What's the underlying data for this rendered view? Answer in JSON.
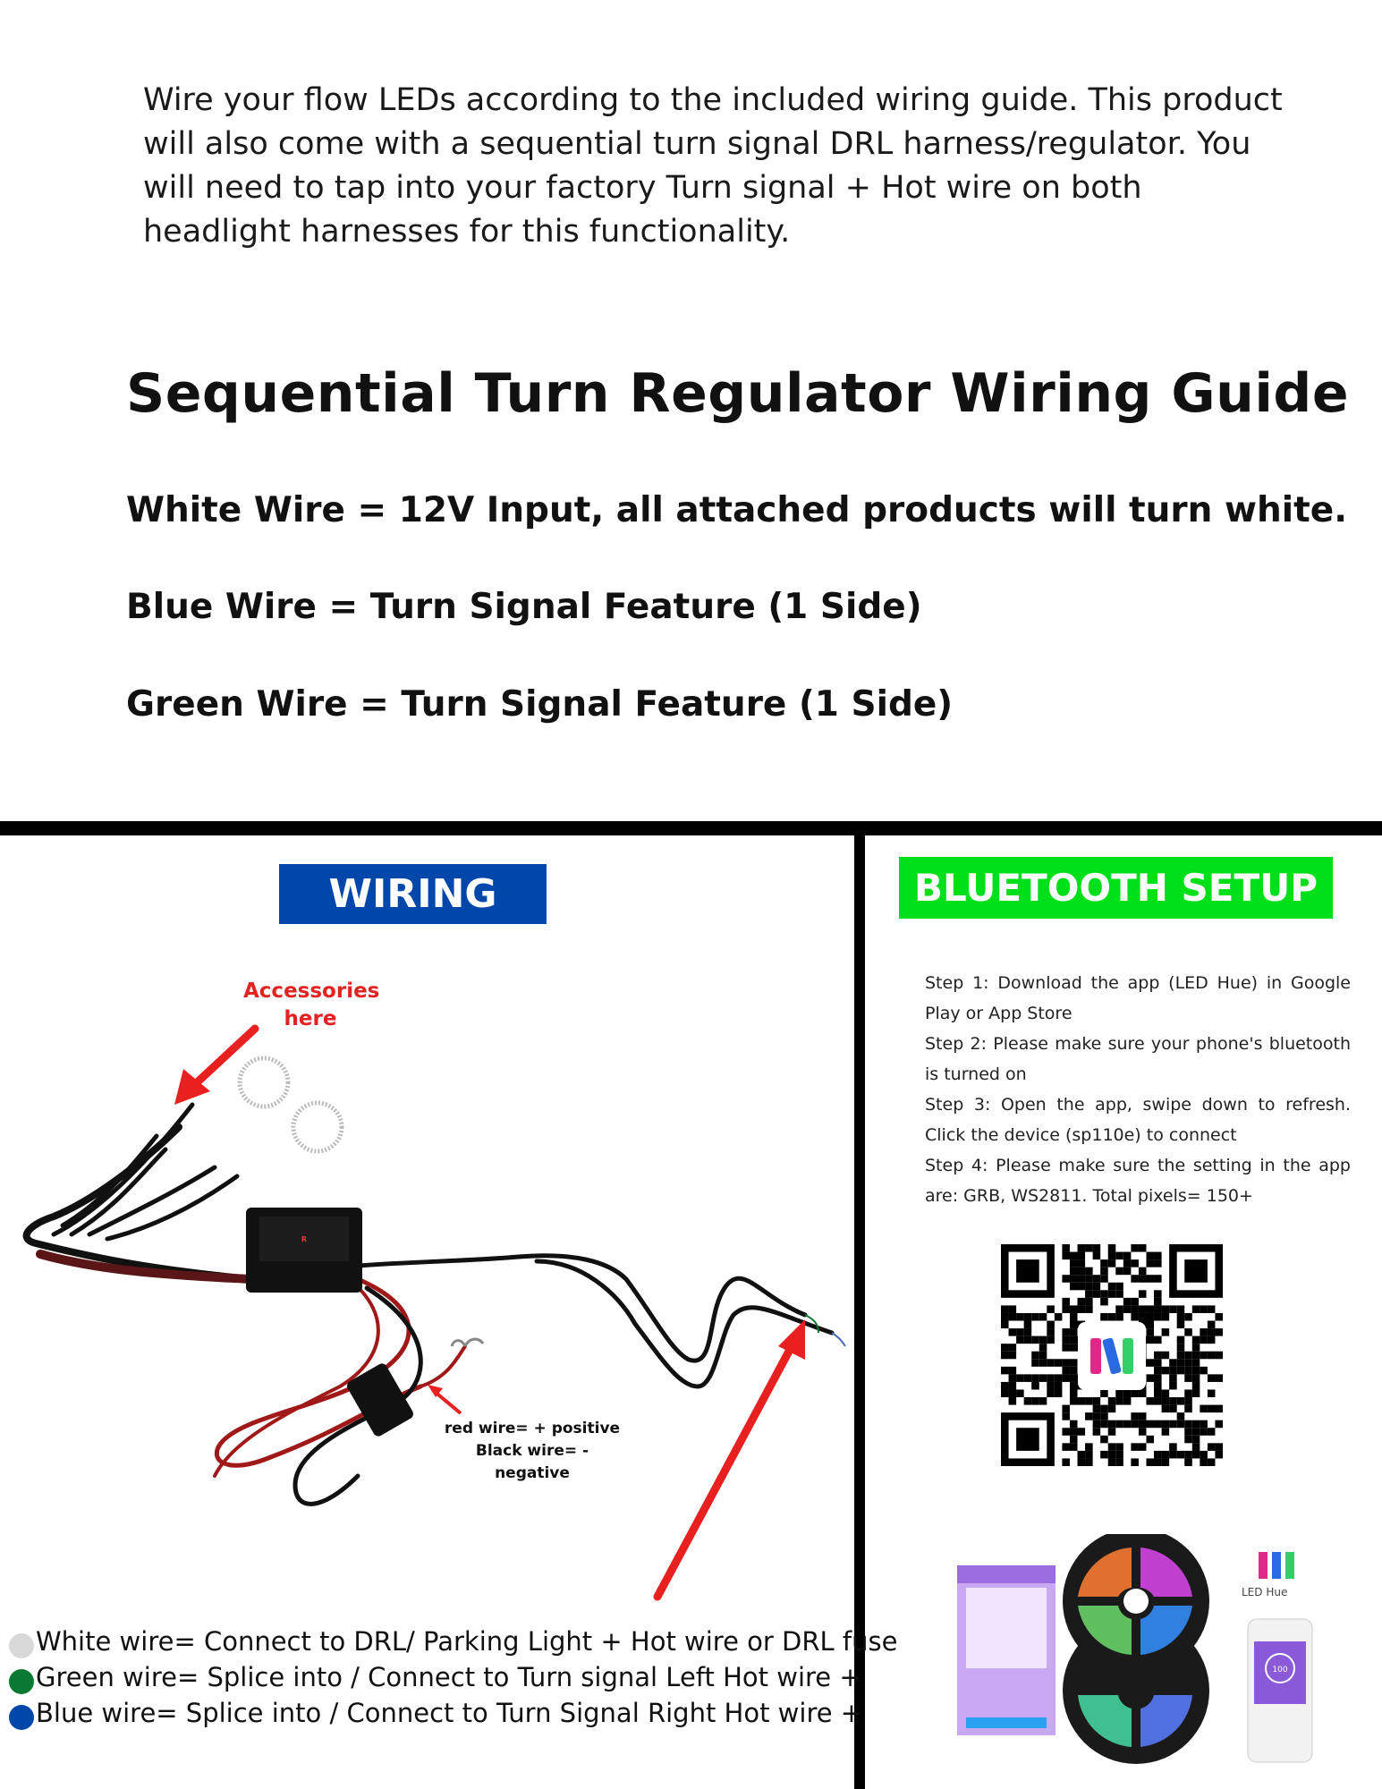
{
  "intro": "Wire your flow LEDs according to the included wiring guide. This product will also come with a sequential turn signal DRL harness/regulator. You will need to tap into your factory Turn signal + Hot wire on both headlight harnesses for this functionality.",
  "guide": {
    "title": "Sequential Turn Regulator Wiring Guide",
    "lines": [
      "White Wire = 12V Input, all attached products will turn white.",
      "Blue Wire = Turn Signal Feature (1 Side)",
      "Green Wire = Turn Signal Feature (1 Side)"
    ]
  },
  "wiring": {
    "badge": "WIRING",
    "badge_color": "#0047ab",
    "accessories_label": [
      "Accessories",
      "here"
    ],
    "polarity": [
      "red wire= + positive",
      "Black wire= - negative"
    ],
    "legend": [
      {
        "color": "#d9d9d9",
        "text": "White wire= Connect to DRL/ Parking Light + Hot wire or DRL fuse"
      },
      {
        "color": "#0a7a32",
        "text": "Green wire= Splice into / Connect to Turn signal Left Hot wire +"
      },
      {
        "color": "#0047ab",
        "text": "Blue wire= Splice into / Connect to Turn Signal Right Hot wire +"
      }
    ]
  },
  "bluetooth": {
    "badge": "BLUETOOTH SETUP",
    "badge_color": "#00e01a",
    "steps": [
      "Step 1: Download the app (LED Hue) in Google Play or App Store",
      "Step 2: Please make sure your phone's bluetooth is turned on",
      "Step 3: Open the app, swipe down to refresh. Click the device (sp110e) to connect",
      "Step 4: Please make sure the setting in the app are: GRB, WS2811. Total pixels= 150+"
    ],
    "app_name": "LED Hue",
    "app_value": "100"
  }
}
